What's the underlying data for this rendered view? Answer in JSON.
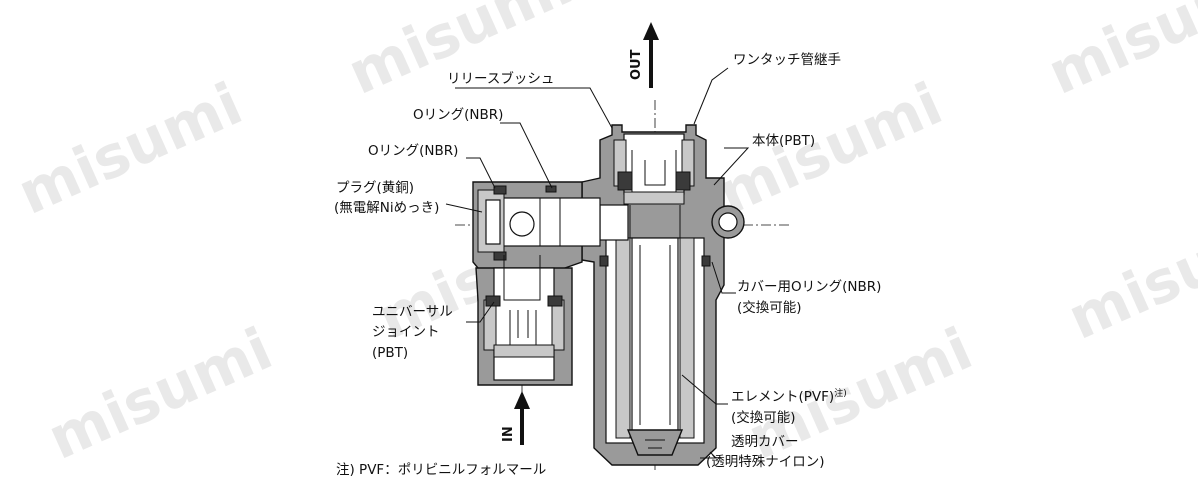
{
  "watermark": "misumi",
  "arrows": {
    "out": "OUT",
    "in": "IN"
  },
  "labels": {
    "release_push": "リリースブッシュ",
    "one_touch": "ワンタッチ管継手",
    "oring_top": "Oリング(NBR)",
    "oring_mid": "Oリング(NBR)",
    "body": "本体(PBT)",
    "plug_1": "プラグ(黄銅)",
    "plug_2": "(無電解Niめっき)",
    "cover_oring_1": "カバー用Oリング(NBR)",
    "cover_oring_2": "(交換可能)",
    "universal_1": "ユニバーサル",
    "universal_2": "ジョイント",
    "universal_3": "(PBT)",
    "element_1": "エレメント(PVF)",
    "element_note": "注)",
    "element_2": "(交換可能)",
    "cover_1": "透明カバー",
    "cover_2": "(透明特殊ナイロン)"
  },
  "footnote": "注) PVF：ポリビニルフォルマール"
}
